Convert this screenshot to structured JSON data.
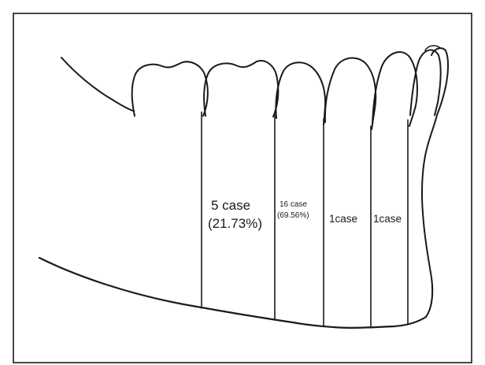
{
  "regions": [
    {
      "id": "r1",
      "case": "5 case",
      "percent": "(21.73%)"
    },
    {
      "id": "r2",
      "case": "16 case",
      "percent": "(69.56%)"
    },
    {
      "id": "r3",
      "case": "1case"
    },
    {
      "id": "r4",
      "case": "1case"
    }
  ],
  "colors": {
    "line": "#1a1a1a",
    "background": "#ffffff"
  }
}
